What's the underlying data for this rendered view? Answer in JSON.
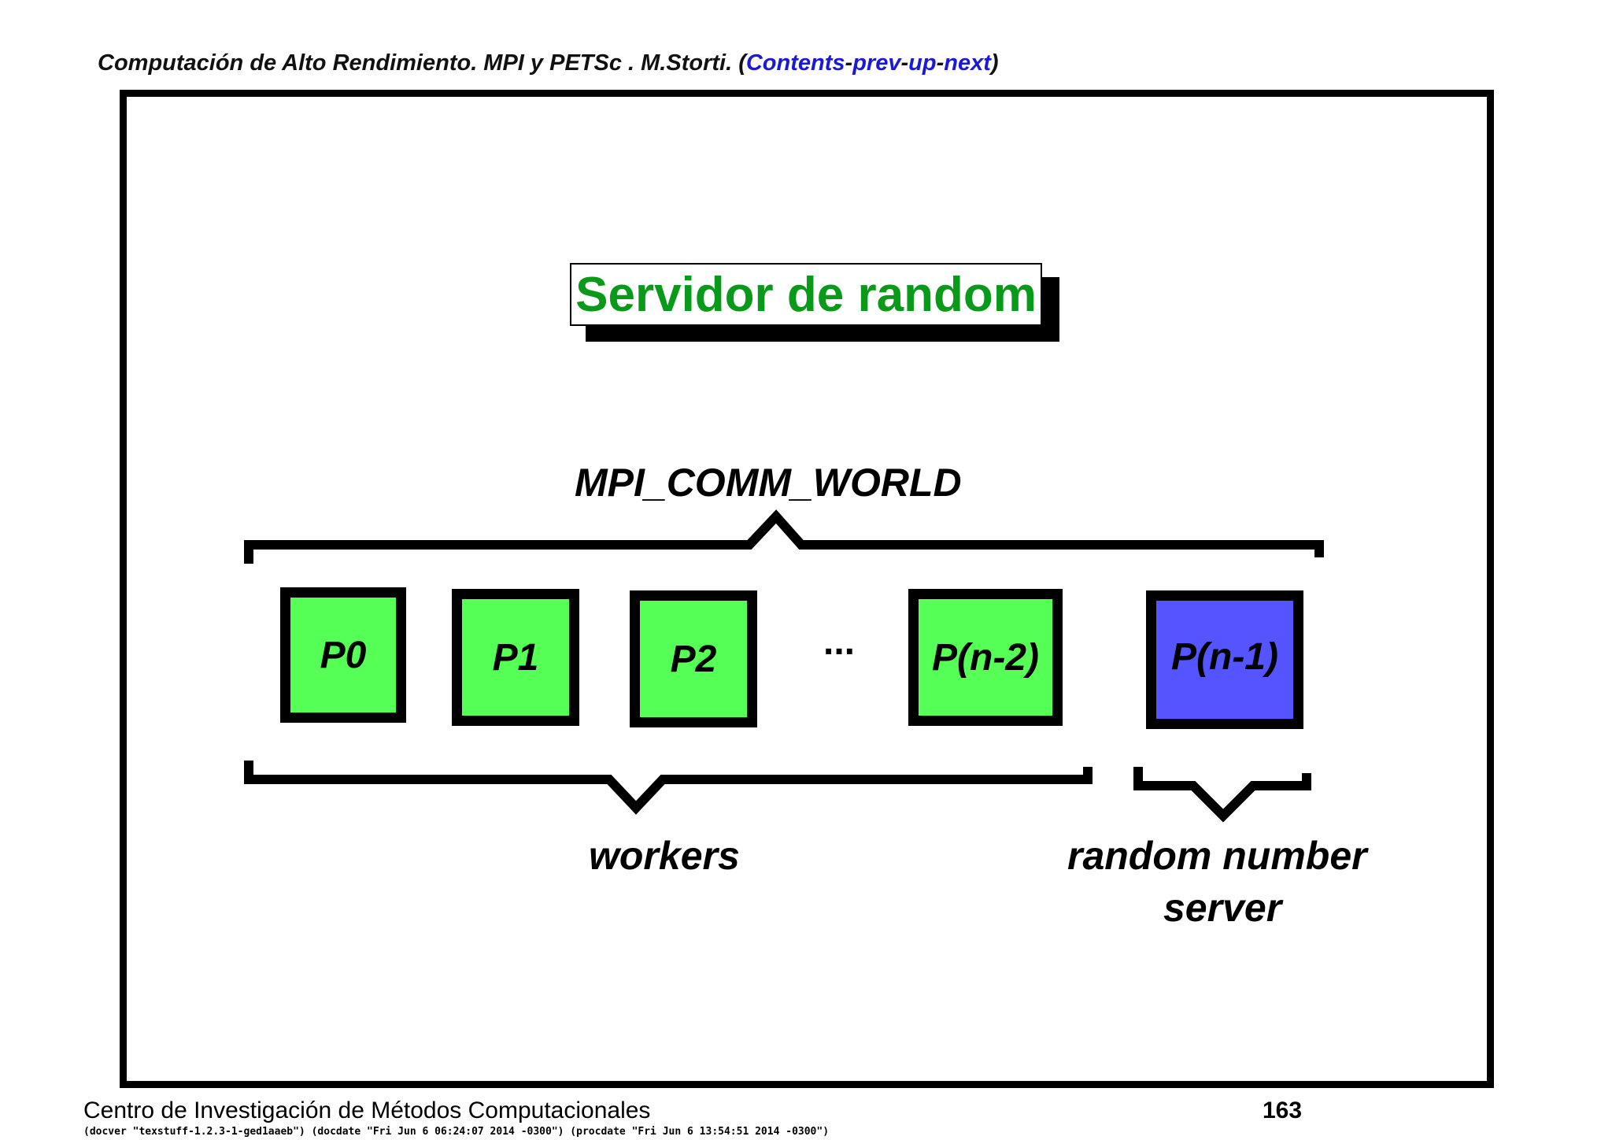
{
  "header": {
    "prefix": "Computación de Alto Rendimiento. MPI y PETSc . M.Storti. (",
    "links": [
      {
        "label": "Contents"
      },
      {
        "label": "prev"
      },
      {
        "label": "up"
      },
      {
        "label": "next"
      }
    ],
    "separator": "-",
    "suffix": ")"
  },
  "slide": {
    "title": "Servidor de random",
    "comm_label": "MPI_COMM_WORLD",
    "processes": [
      {
        "label": "P0",
        "role": "worker"
      },
      {
        "label": "P1",
        "role": "worker"
      },
      {
        "label": "P2",
        "role": "worker"
      },
      {
        "label": "P(n-2)",
        "role": "worker"
      },
      {
        "label": "P(n-1)",
        "role": "server"
      }
    ],
    "ellipsis": "...",
    "workers_label": "workers",
    "server_label_line1": "random number",
    "server_label_line2": "server"
  },
  "colors": {
    "title": "#0a9a1a",
    "worker_fill": "#55ff55",
    "server_fill": "#5555ff",
    "link": "#1a1ad6"
  },
  "footer": {
    "institution": "Centro de Investigación de Métodos Computacionales",
    "page_number": "163",
    "meta": "(docver \"texstuff-1.2.3-1-ged1aaeb\") (docdate \"Fri Jun 6 06:24:07 2014 -0300\") (procdate \"Fri Jun 6 13:54:51 2014 -0300\")"
  }
}
